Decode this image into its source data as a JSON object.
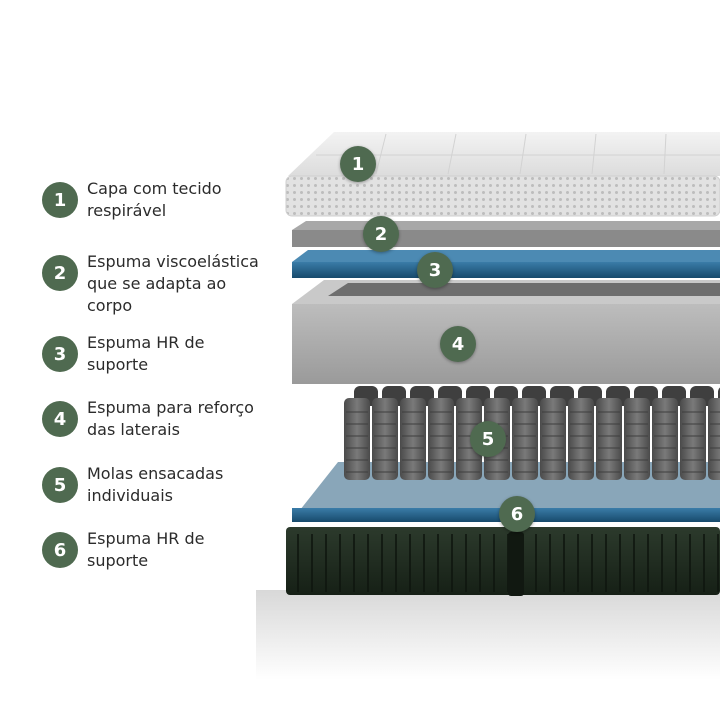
{
  "legend": {
    "items": [
      {
        "number": "1",
        "label": "Capa com tecido respirável"
      },
      {
        "number": "2",
        "label": "Espuma viscoelástica que se adapta ao corpo"
      },
      {
        "number": "3",
        "label": "Espuma HR de suporte"
      },
      {
        "number": "4",
        "label": "Espuma para reforço das laterais"
      },
      {
        "number": "5",
        "label": "Molas ensacadas individuais"
      },
      {
        "number": "6",
        "label": "Espuma HR de suporte"
      }
    ]
  },
  "layers": [
    {
      "number": "1",
      "name": "capa-com-tecido-respiravel"
    },
    {
      "number": "2",
      "name": "espuma-viscoelastica"
    },
    {
      "number": "3",
      "name": "espuma-hr-suporte-superior"
    },
    {
      "number": "4",
      "name": "espuma-reforco-laterais"
    },
    {
      "number": "5",
      "name": "molas-ensacadas"
    },
    {
      "number": "6",
      "name": "espuma-hr-suporte-inferior"
    }
  ],
  "colors": {
    "badge": "#4f6a50",
    "cover": "#e6e6e6",
    "memory_foam": "#8e8e8e",
    "hr_foam": "#1f5f8a",
    "side_foam": "#a9a9a9",
    "springs": "#5e5e5e",
    "base": "#1d261d"
  }
}
